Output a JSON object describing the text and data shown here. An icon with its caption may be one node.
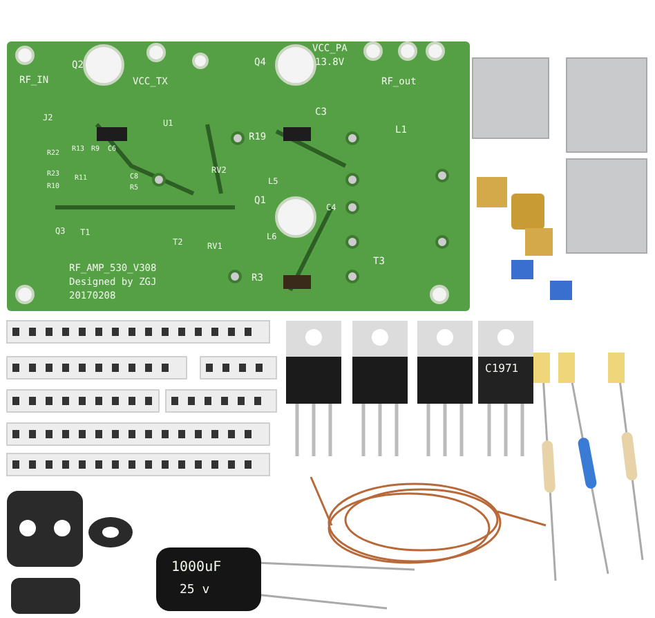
{
  "diagram": {
    "labels": [
      "Q2",
      "VCC_TX",
      "Q4",
      "VCC_PA",
      "13.8V",
      "RF_IN",
      "RF_out",
      "J2",
      "U1",
      "C3",
      "L1",
      "R19",
      "R13",
      "R9",
      "C6",
      "R22",
      "R23",
      "R11",
      "C8",
      "R10",
      "R5",
      "RV2",
      "L5",
      "Q1",
      "C4",
      "Q3",
      "T1",
      "T2",
      "RV1",
      "L6",
      "T3",
      "R3",
      "RF_AMP_530_V308",
      "Designed by ZGJ",
      "20170208",
      "C1971",
      "1000uF",
      "25 v"
    ]
  }
}
